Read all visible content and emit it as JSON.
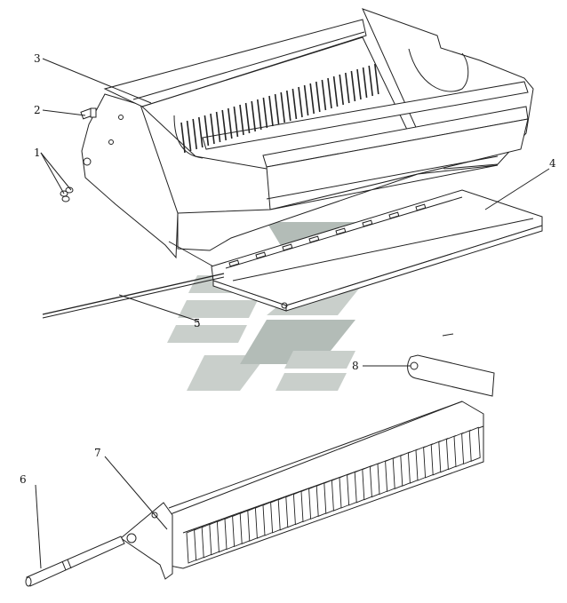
{
  "figure": {
    "callouts": [
      {
        "id": "1",
        "label": "1"
      },
      {
        "id": "2",
        "label": "2"
      },
      {
        "id": "3",
        "label": "3"
      },
      {
        "id": "4",
        "label": "4"
      },
      {
        "id": "5",
        "label": "5"
      },
      {
        "id": "6",
        "label": "6"
      },
      {
        "id": "7",
        "label": "7"
      },
      {
        "id": "8",
        "label": "8"
      }
    ]
  },
  "colors": {
    "line": "#222222",
    "watermark": "#c9cfcb",
    "background": "#ffffff"
  }
}
